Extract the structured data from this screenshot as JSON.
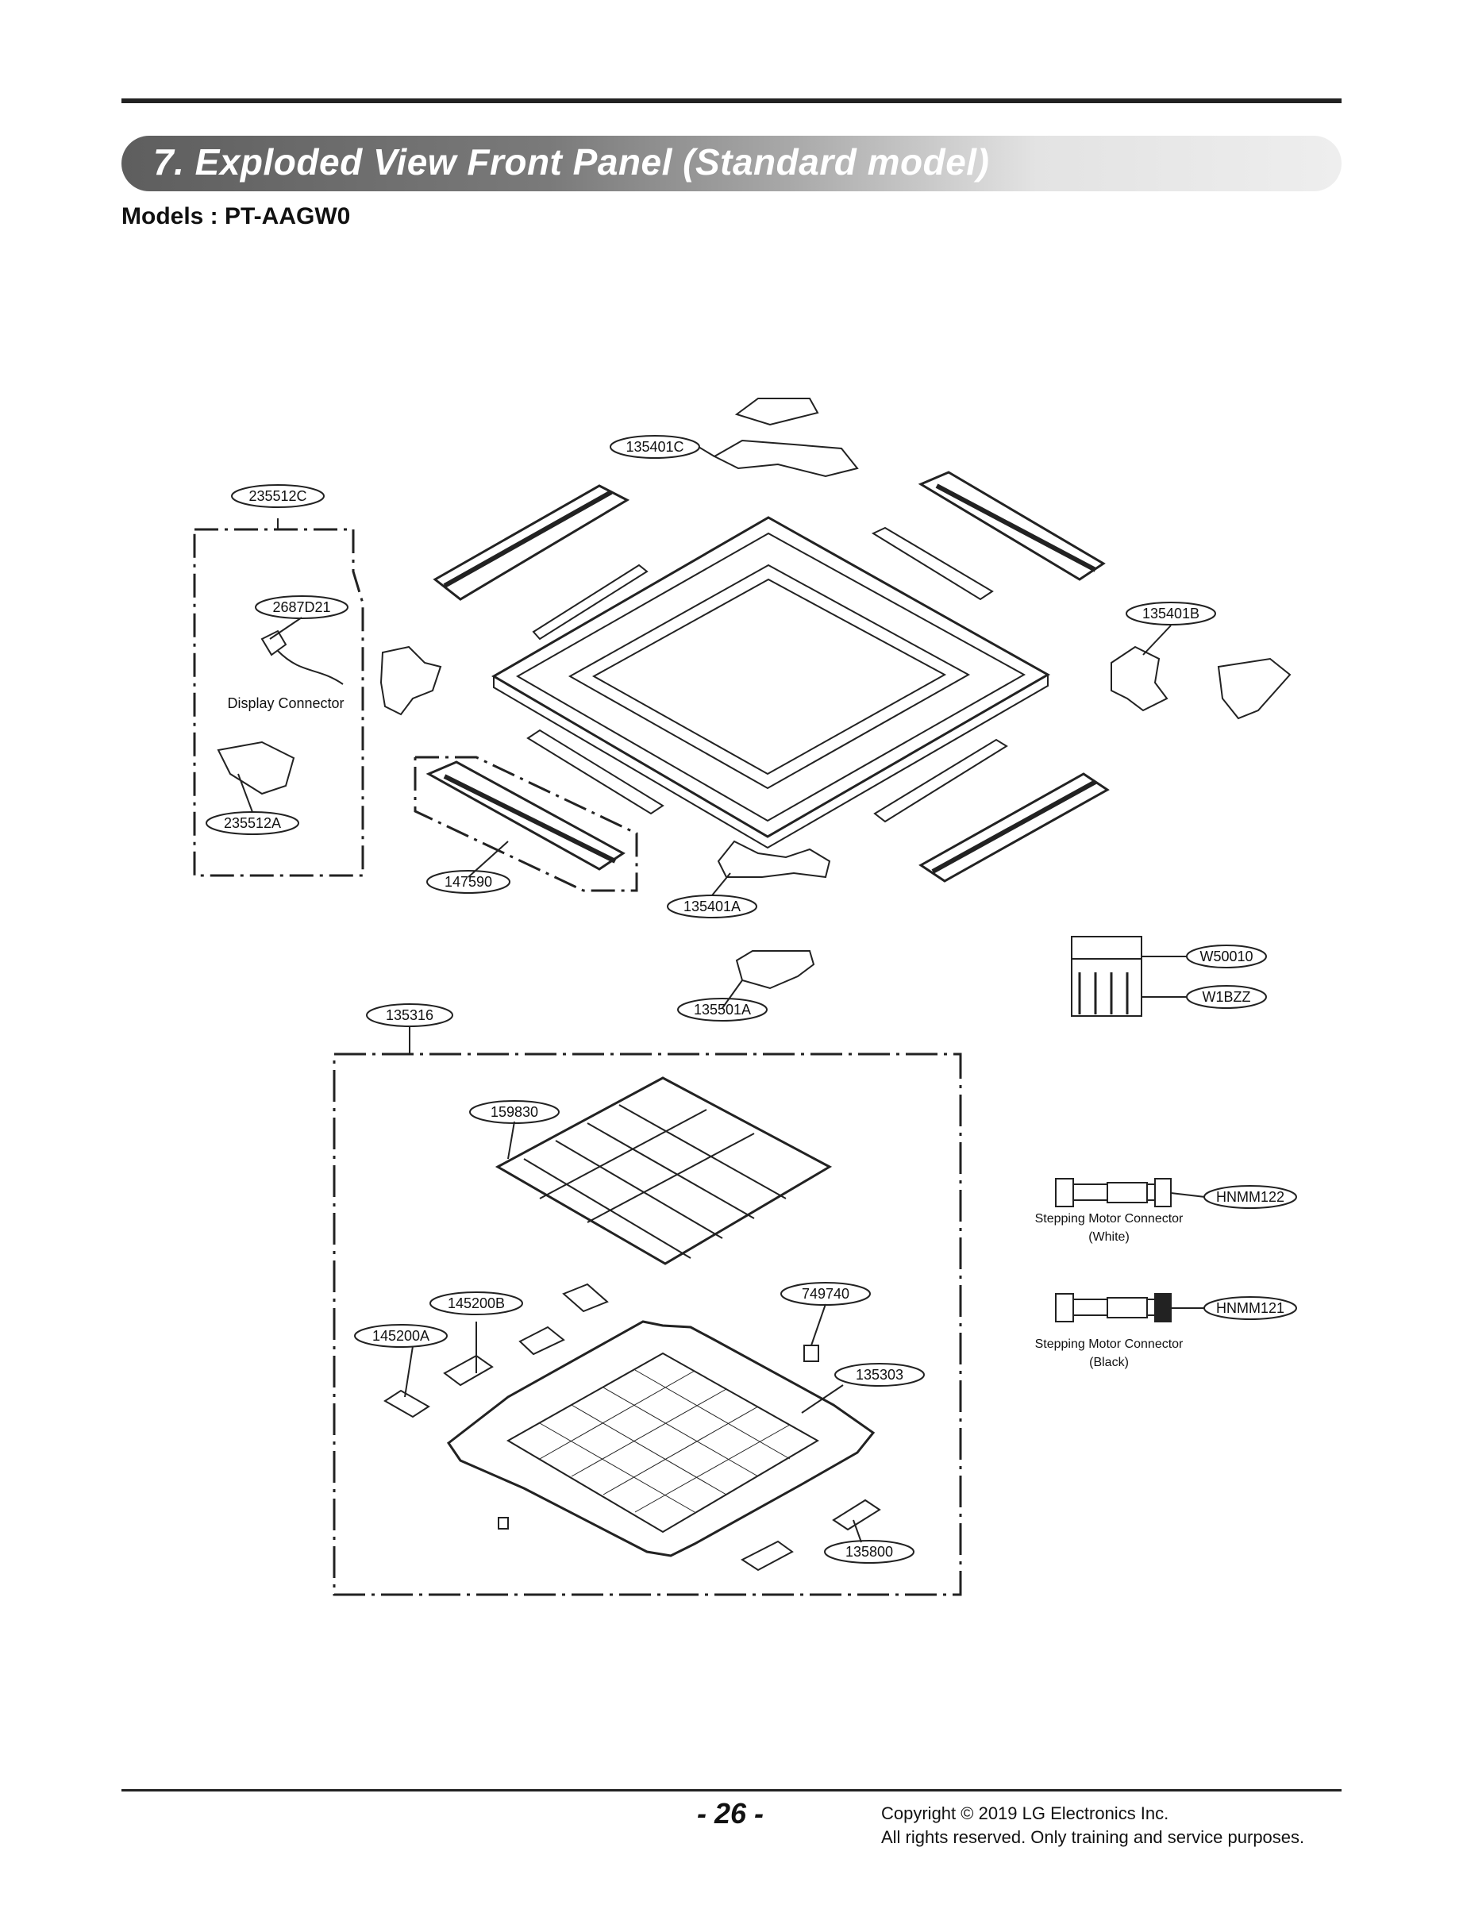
{
  "header": {
    "title": "7. Exploded View Front Panel (Standard model)",
    "models": "Models : PT-AAGW0"
  },
  "parts": {
    "p135401C": "135401C",
    "p235512C": "235512C",
    "p2687D21": "2687D21",
    "p135401B": "135401B",
    "p235512A": "235512A",
    "p147590": "147590",
    "p135401A": "135401A",
    "pW50010": "W50010",
    "pW1BZZ": "W1BZZ",
    "p135316": "135316",
    "p135501A": "135501A",
    "p159830": "159830",
    "pHNMM122": "HNMM122",
    "pHNMM121": "HNMM121",
    "p749740": "749740",
    "p145200B": "145200B",
    "p145200A": "145200A",
    "p135303": "135303",
    "p135800": "135800"
  },
  "captions": {
    "display_connector": "Display Connector",
    "stepping_white_1": "Stepping Motor Connector",
    "stepping_white_2": "(White)",
    "stepping_black_1": "Stepping Motor Connector",
    "stepping_black_2": "(Black)"
  },
  "footer": {
    "page_number": "- 26 -",
    "copyright_1": "Copyright © 2019 LG Electronics Inc.",
    "copyright_2": "All rights reserved. Only training and service purposes."
  }
}
